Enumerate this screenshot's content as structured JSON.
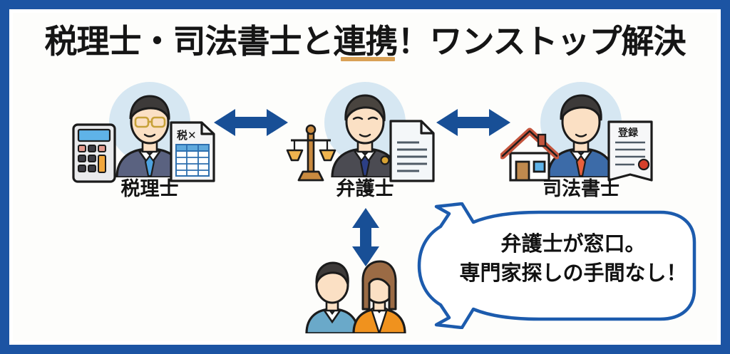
{
  "page": {
    "title": "税理士・司法書士と連携！ワンストップ解決",
    "title_underline_word": "連携",
    "accent_blue": "#1c54a3",
    "accent_orange": "#d9a156",
    "halo_blue": "#d6e7f2",
    "card_background": "#fdfdfb"
  },
  "personas": [
    {
      "caption": "税理士",
      "role_icons": [
        "calculator-icon",
        "tax-document-icon"
      ],
      "document_label": "税✕",
      "suit_color": "#5a6280",
      "tie_color": "#4ea3e0"
    },
    {
      "caption": "弁護士",
      "role_icons": [
        "scales-of-justice-icon",
        "legal-document-icon"
      ],
      "document_label": "",
      "suit_color": "#4b4b52",
      "tie_color": "#2c3f86"
    },
    {
      "caption": "司法書士",
      "role_icons": [
        "house-icon",
        "registration-document-icon"
      ],
      "document_label": "登録",
      "suit_color": "#3c6ba8",
      "tie_color": "#e8603c"
    }
  ],
  "arrows": [
    {
      "name": "arrow-tax-to-lawyer",
      "direction": "horizontal-双方向"
    },
    {
      "name": "arrow-lawyer-to-scrivener",
      "direction": "horizontal-双方向"
    },
    {
      "name": "arrow-lawyer-to-client",
      "direction": "vertical-双方向"
    }
  ],
  "bubble": {
    "line1": "弁護士が窓口。",
    "line2": "専門家探しの手間なし！",
    "border_color": "#1c5bad"
  },
  "client": {
    "name": "client-couple",
    "male_shirt_color": "#6aa9c9",
    "female_jacket_color": "#f0921e"
  }
}
